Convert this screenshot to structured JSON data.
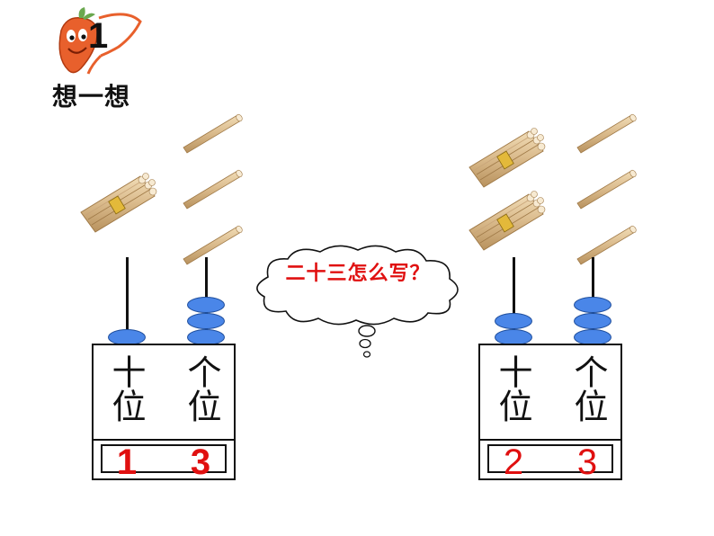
{
  "badge": {
    "number": "1"
  },
  "heading": "想一想",
  "thought": "二十三怎么写？",
  "colors": {
    "bead": "#4a86e8",
    "digit": "#e01010",
    "stick": "#d9b98a"
  },
  "abaci": [
    {
      "tens_label": "十位",
      "ones_label": "个位",
      "tens": "1",
      "ones": "3",
      "tens_beads": 1,
      "ones_beads": 3,
      "tens_bundles": 1,
      "ones_sticks": 3
    },
    {
      "tens_label": "十位",
      "ones_label": "个位",
      "tens": "2",
      "ones": "3",
      "tens_beads": 2,
      "ones_beads": 3,
      "tens_bundles": 2,
      "ones_sticks": 3
    }
  ]
}
